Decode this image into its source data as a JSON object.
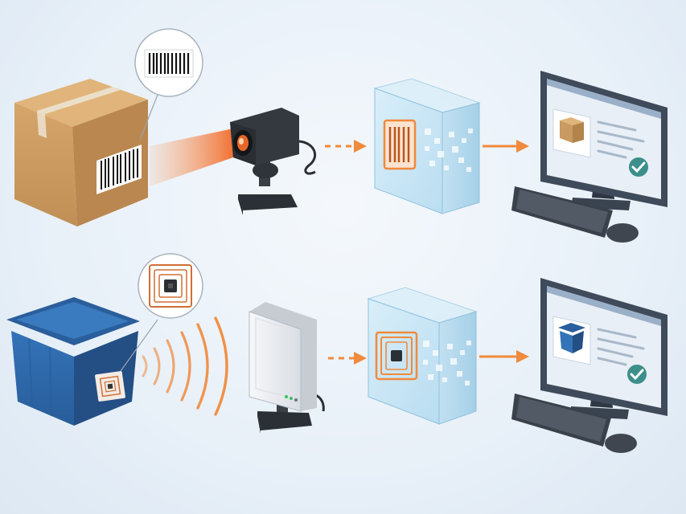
{
  "diagram": {
    "kind": "illustration",
    "rows": [
      {
        "id": "barcode-pipeline",
        "stages": [
          "cardboard-box",
          "barcode-label",
          "barcode-scanner-camera",
          "data-processing-cube",
          "computer-monitor"
        ]
      },
      {
        "id": "rfid-pipeline",
        "stages": [
          "blue-plastic-bin",
          "rfid-tag",
          "rfid-reader-panel",
          "data-processing-cube",
          "computer-monitor"
        ]
      }
    ],
    "icons": [
      "barcode-icon",
      "rfid-antenna-icon",
      "checkmark-icon",
      "box-icon",
      "bin-icon",
      "arrow-icon",
      "radio-waves-icon"
    ]
  },
  "colors": {
    "background": "#e8f0f8",
    "accent_orange": "#f08a3c",
    "box_cardboard": "#c99a62",
    "bin_blue": "#2f67a6",
    "monitor_frame": "#3f4a5a",
    "screen": "#eef3f8",
    "glass_cube": "#bfe0f2",
    "check_green": "#3c8f8a"
  }
}
